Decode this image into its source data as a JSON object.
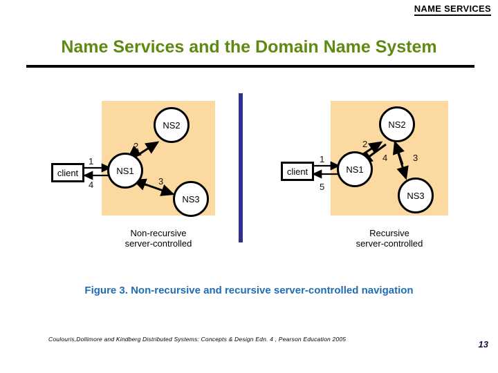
{
  "header": {
    "kicker": "NAME SERVICES"
  },
  "title": {
    "text": "Name Services and the Domain Name System",
    "color": "#5f8a12"
  },
  "figure": {
    "caption": "Figure 3. Non-recursive and recursive server-controlled navigation",
    "caption_color": "#1f6cb4",
    "panel_background": "#fbd9a0",
    "divider_color": "#2e3192"
  },
  "panels": [
    {
      "id": "non-recursive",
      "caption_line1": "Non-recursive",
      "caption_line2": "server-controlled",
      "nodes": [
        {
          "id": "client",
          "label": "client",
          "shape": "box"
        },
        {
          "id": "ns1",
          "label": "NS1",
          "shape": "circle"
        },
        {
          "id": "ns2",
          "label": "NS2",
          "shape": "circle"
        },
        {
          "id": "ns3",
          "label": "NS3",
          "shape": "circle"
        }
      ],
      "edges": [
        {
          "label": "1",
          "from": "client",
          "to": "ns1"
        },
        {
          "label": "2",
          "from": "ns1",
          "to": "ns2"
        },
        {
          "label": "3",
          "from": "ns1",
          "to": "ns3"
        },
        {
          "label": "4",
          "from": "ns1",
          "to": "client"
        }
      ]
    },
    {
      "id": "recursive",
      "caption_line1": "Recursive",
      "caption_line2": "server-controlled",
      "nodes": [
        {
          "id": "client",
          "label": "client",
          "shape": "box"
        },
        {
          "id": "ns1",
          "label": "NS1",
          "shape": "circle"
        },
        {
          "id": "ns2",
          "label": "NS2",
          "shape": "circle"
        },
        {
          "id": "ns3",
          "label": "NS3",
          "shape": "circle"
        }
      ],
      "edges": [
        {
          "label": "1",
          "from": "client",
          "to": "ns1"
        },
        {
          "label": "2",
          "from": "ns1",
          "to": "ns2"
        },
        {
          "label": "3",
          "from": "ns2",
          "to": "ns3"
        },
        {
          "label": "4",
          "from": "ns2",
          "to": "ns1"
        },
        {
          "label": "5",
          "from": "ns1",
          "to": "client"
        }
      ]
    }
  ],
  "footer": {
    "credit": "Coulouris,Dollimore and Kindberg  Distributed Systems: Concepts & Design  Edn. 4 , Pearson Education 2005",
    "page_number": "13"
  }
}
